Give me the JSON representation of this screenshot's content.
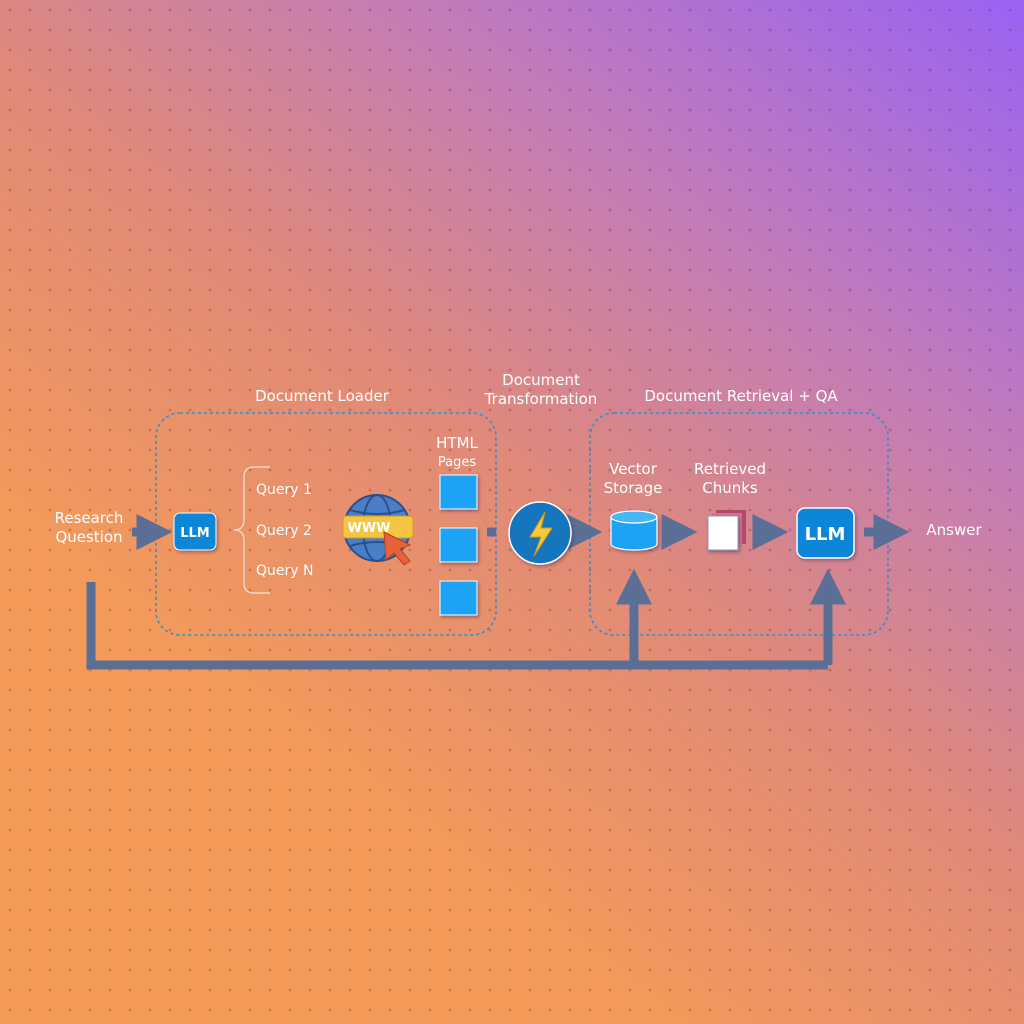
{
  "inputs": {
    "research_question": [
      "Research",
      "Question"
    ]
  },
  "sections": {
    "document_loader": "Document Loader",
    "document_transformation": [
      "Document",
      "Transformation"
    ],
    "document_retrieval_qa": "Document Retrieval + QA"
  },
  "loader": {
    "llm_label": "LLM",
    "queries": [
      "Query  1",
      "Query  2",
      "Query  N"
    ],
    "browser_badge": "WWW",
    "html_pages": [
      "HTML",
      "Pages"
    ]
  },
  "retrieval": {
    "vector_storage": [
      "Vector",
      "Storage"
    ],
    "retrieved_chunks": [
      "Retrieved",
      "Chunks"
    ],
    "llm_label": "LLM"
  },
  "output": {
    "answer": "Answer"
  },
  "colors": {
    "icon_blue": "#0b86d8",
    "page_blue": "#1aa3f5",
    "arrow": "#5b6f96",
    "box_border": "#2f8fd0",
    "globe": "#4a7fc8",
    "badge": "#f4c542",
    "cursor": "#e8613a"
  },
  "icons": {
    "browser": "globe-www-icon",
    "transform": "lightning-bolt-icon",
    "storage": "database-cylinder-icon",
    "chunks": "document-stack-icon"
  }
}
